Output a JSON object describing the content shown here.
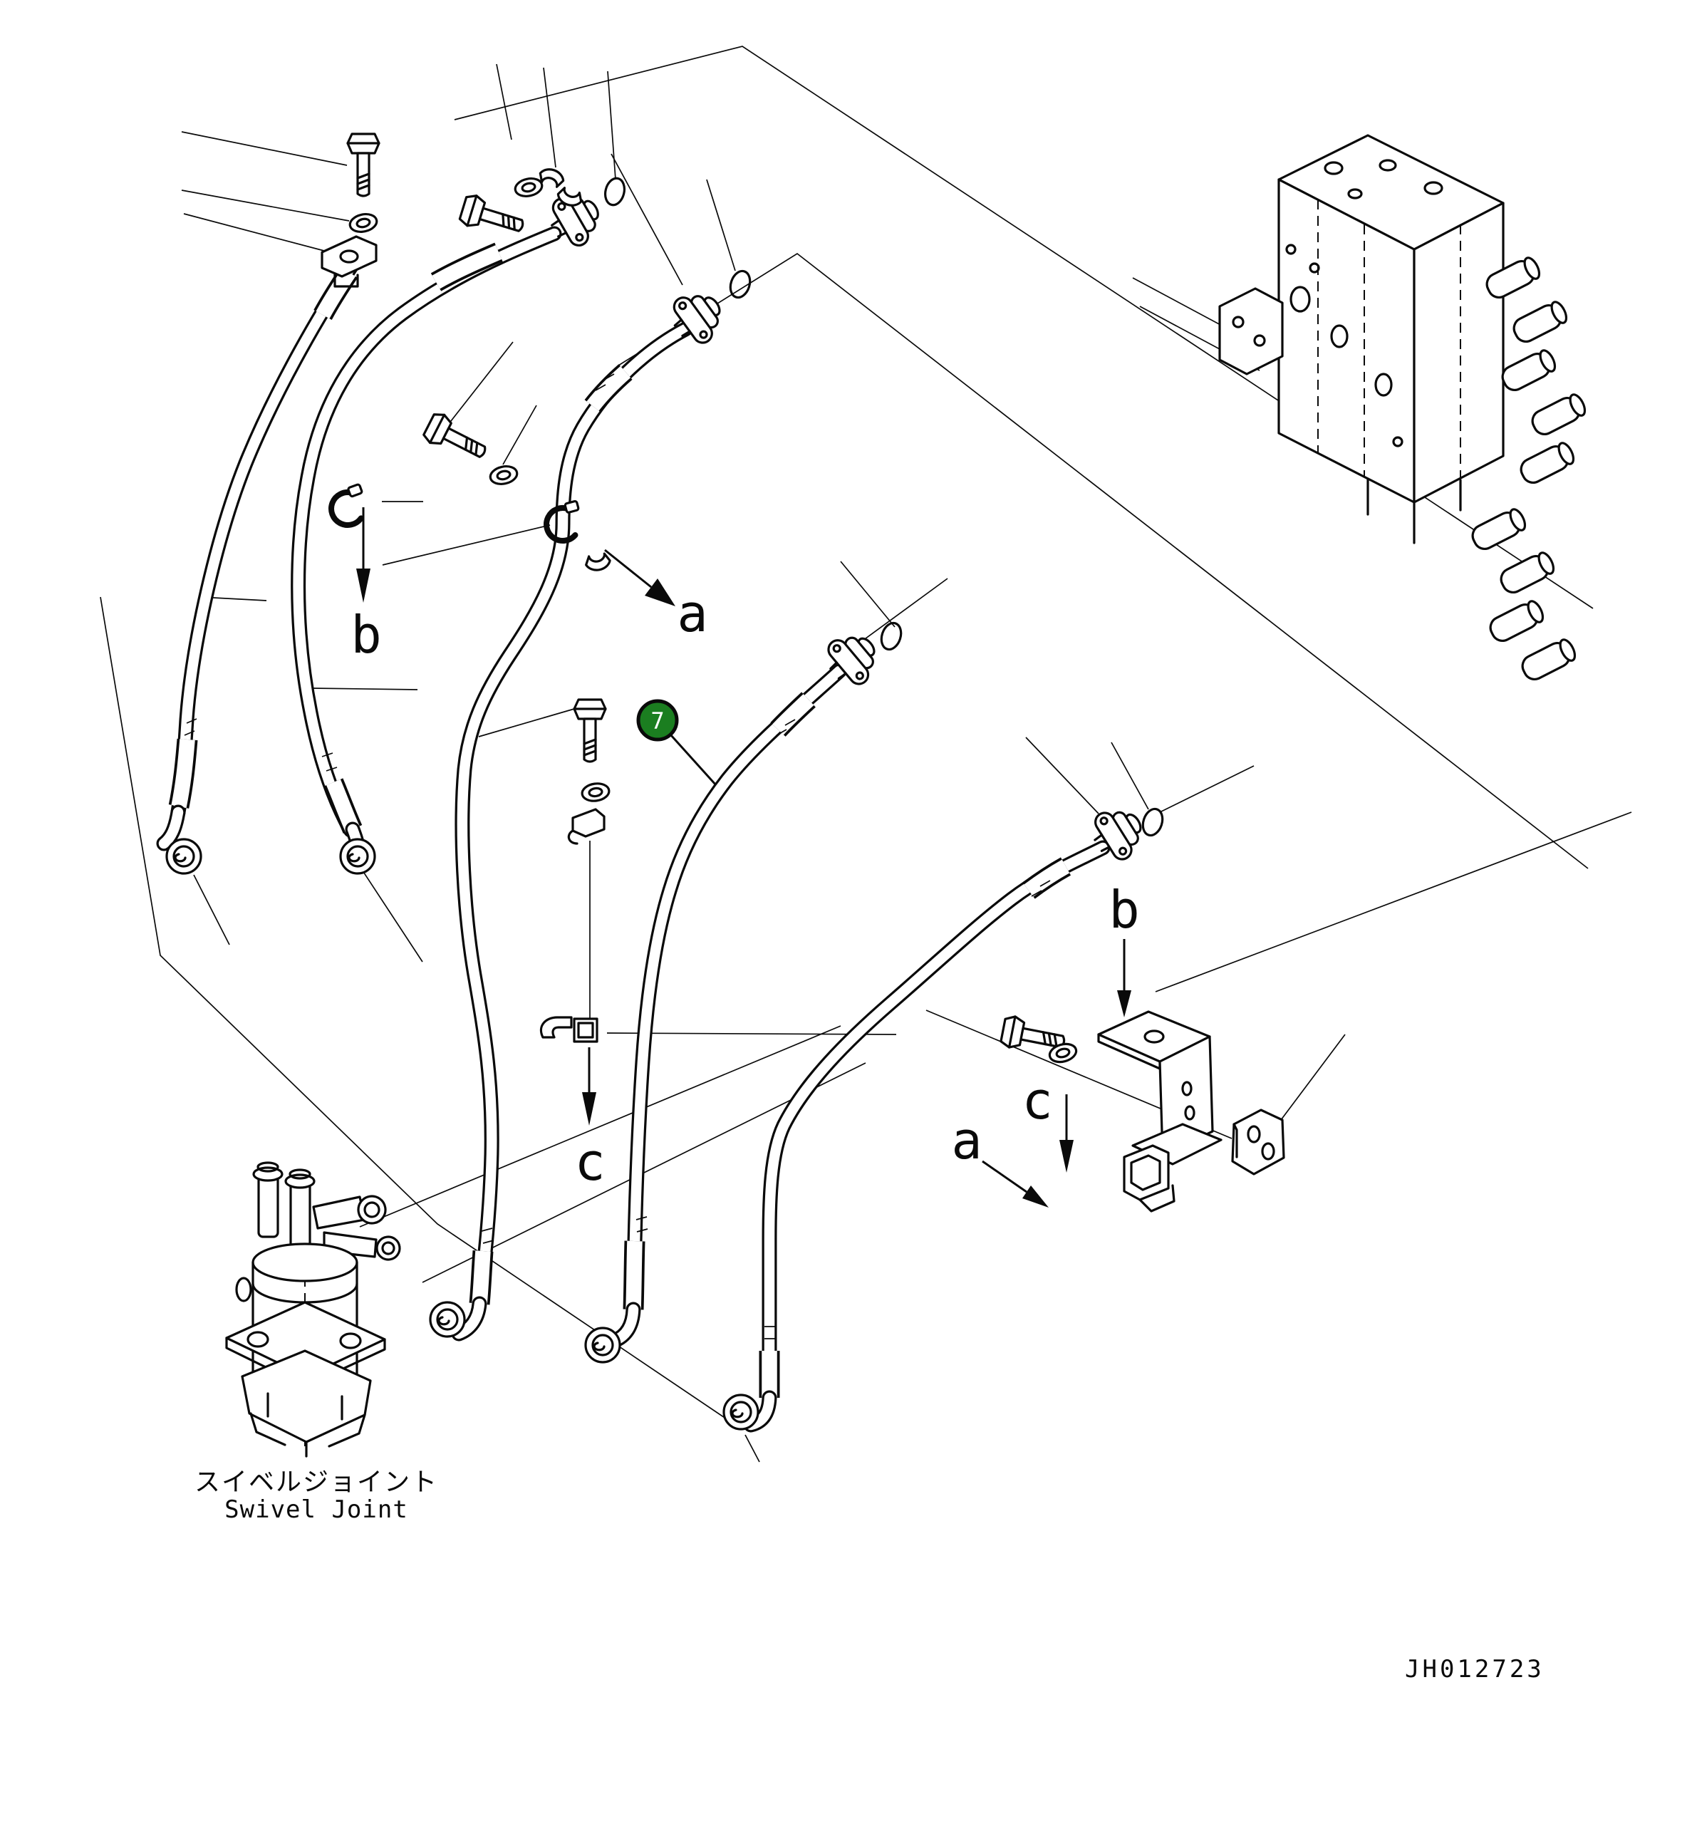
{
  "page": {
    "background": "#ffffff"
  },
  "diagram": {
    "drawing_number": "JH012723",
    "balloon": {
      "number": "7",
      "fill": "#1b7e20"
    },
    "view_labels": {
      "a": "a",
      "b": "b",
      "c": "c"
    },
    "callouts": {
      "swivel_joint_ja": "スイベルジョイント",
      "swivel_joint_en": "Swivel Joint"
    },
    "parts_depicted": {
      "hoses": "hydraulic hoses with split-flange and swivel-nut ends",
      "hardware": "bolts, washers, o-rings, hose clamps",
      "assemblies": "control valve (top right), swivel joint (bottom left), mounting bracket (right)"
    }
  }
}
